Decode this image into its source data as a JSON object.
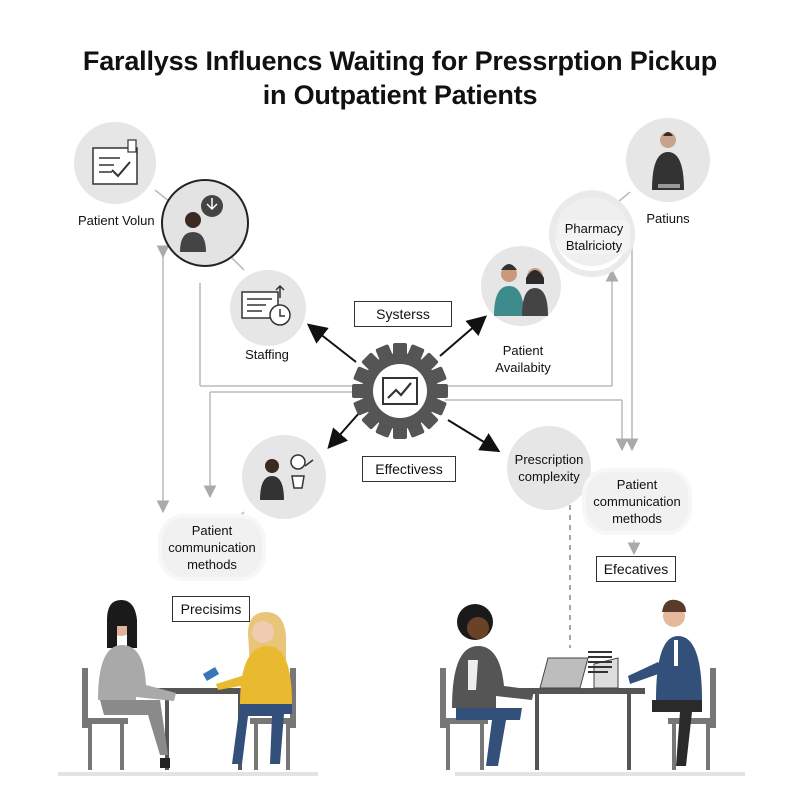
{
  "title": {
    "line1": "Farallyss Influencs Waiting for Pressrption Pickup",
    "line2": "in Outpatient Patients"
  },
  "nodes": {
    "patient_volume": "Patient Volun",
    "staffing": "Staffing",
    "pharmacy_stability_line1": "Pharmacy",
    "pharmacy_stability_line2": "Btalricioty",
    "patients": "Patiuns",
    "patient_availability_line1": "Patient",
    "patient_availability_line2": "Availabity",
    "prescription_complexity_line1": "Prescription",
    "prescription_complexity_line2": "complexity",
    "patient_comm_left_line1": "Patient",
    "patient_comm_left_line2": "communication",
    "patient_comm_left_line3": "methods",
    "patient_comm_right_line1": "Patient",
    "patient_comm_right_line2": "communication",
    "patient_comm_right_line3": "methods"
  },
  "boxes": {
    "systems": "Systerss",
    "effectiveness": "Effectivess",
    "precisions": "Precisims",
    "efecatives": "Efecatives"
  },
  "colors": {
    "node_fill": "#e3e3e3",
    "gear": "#555555",
    "line": "#bdbdbd",
    "arrow": "#111111",
    "teal": "#3d8b8a",
    "yellow": "#e9b930",
    "navy": "#33507a"
  },
  "icons": {
    "checklist": "checklist-icon",
    "support_person": "support-person-icon",
    "timeline": "timeline-icon",
    "gear": "gear-chart-icon",
    "presenter": "presenter-icon",
    "couple": "couple-icon",
    "communication": "communication-icon"
  }
}
